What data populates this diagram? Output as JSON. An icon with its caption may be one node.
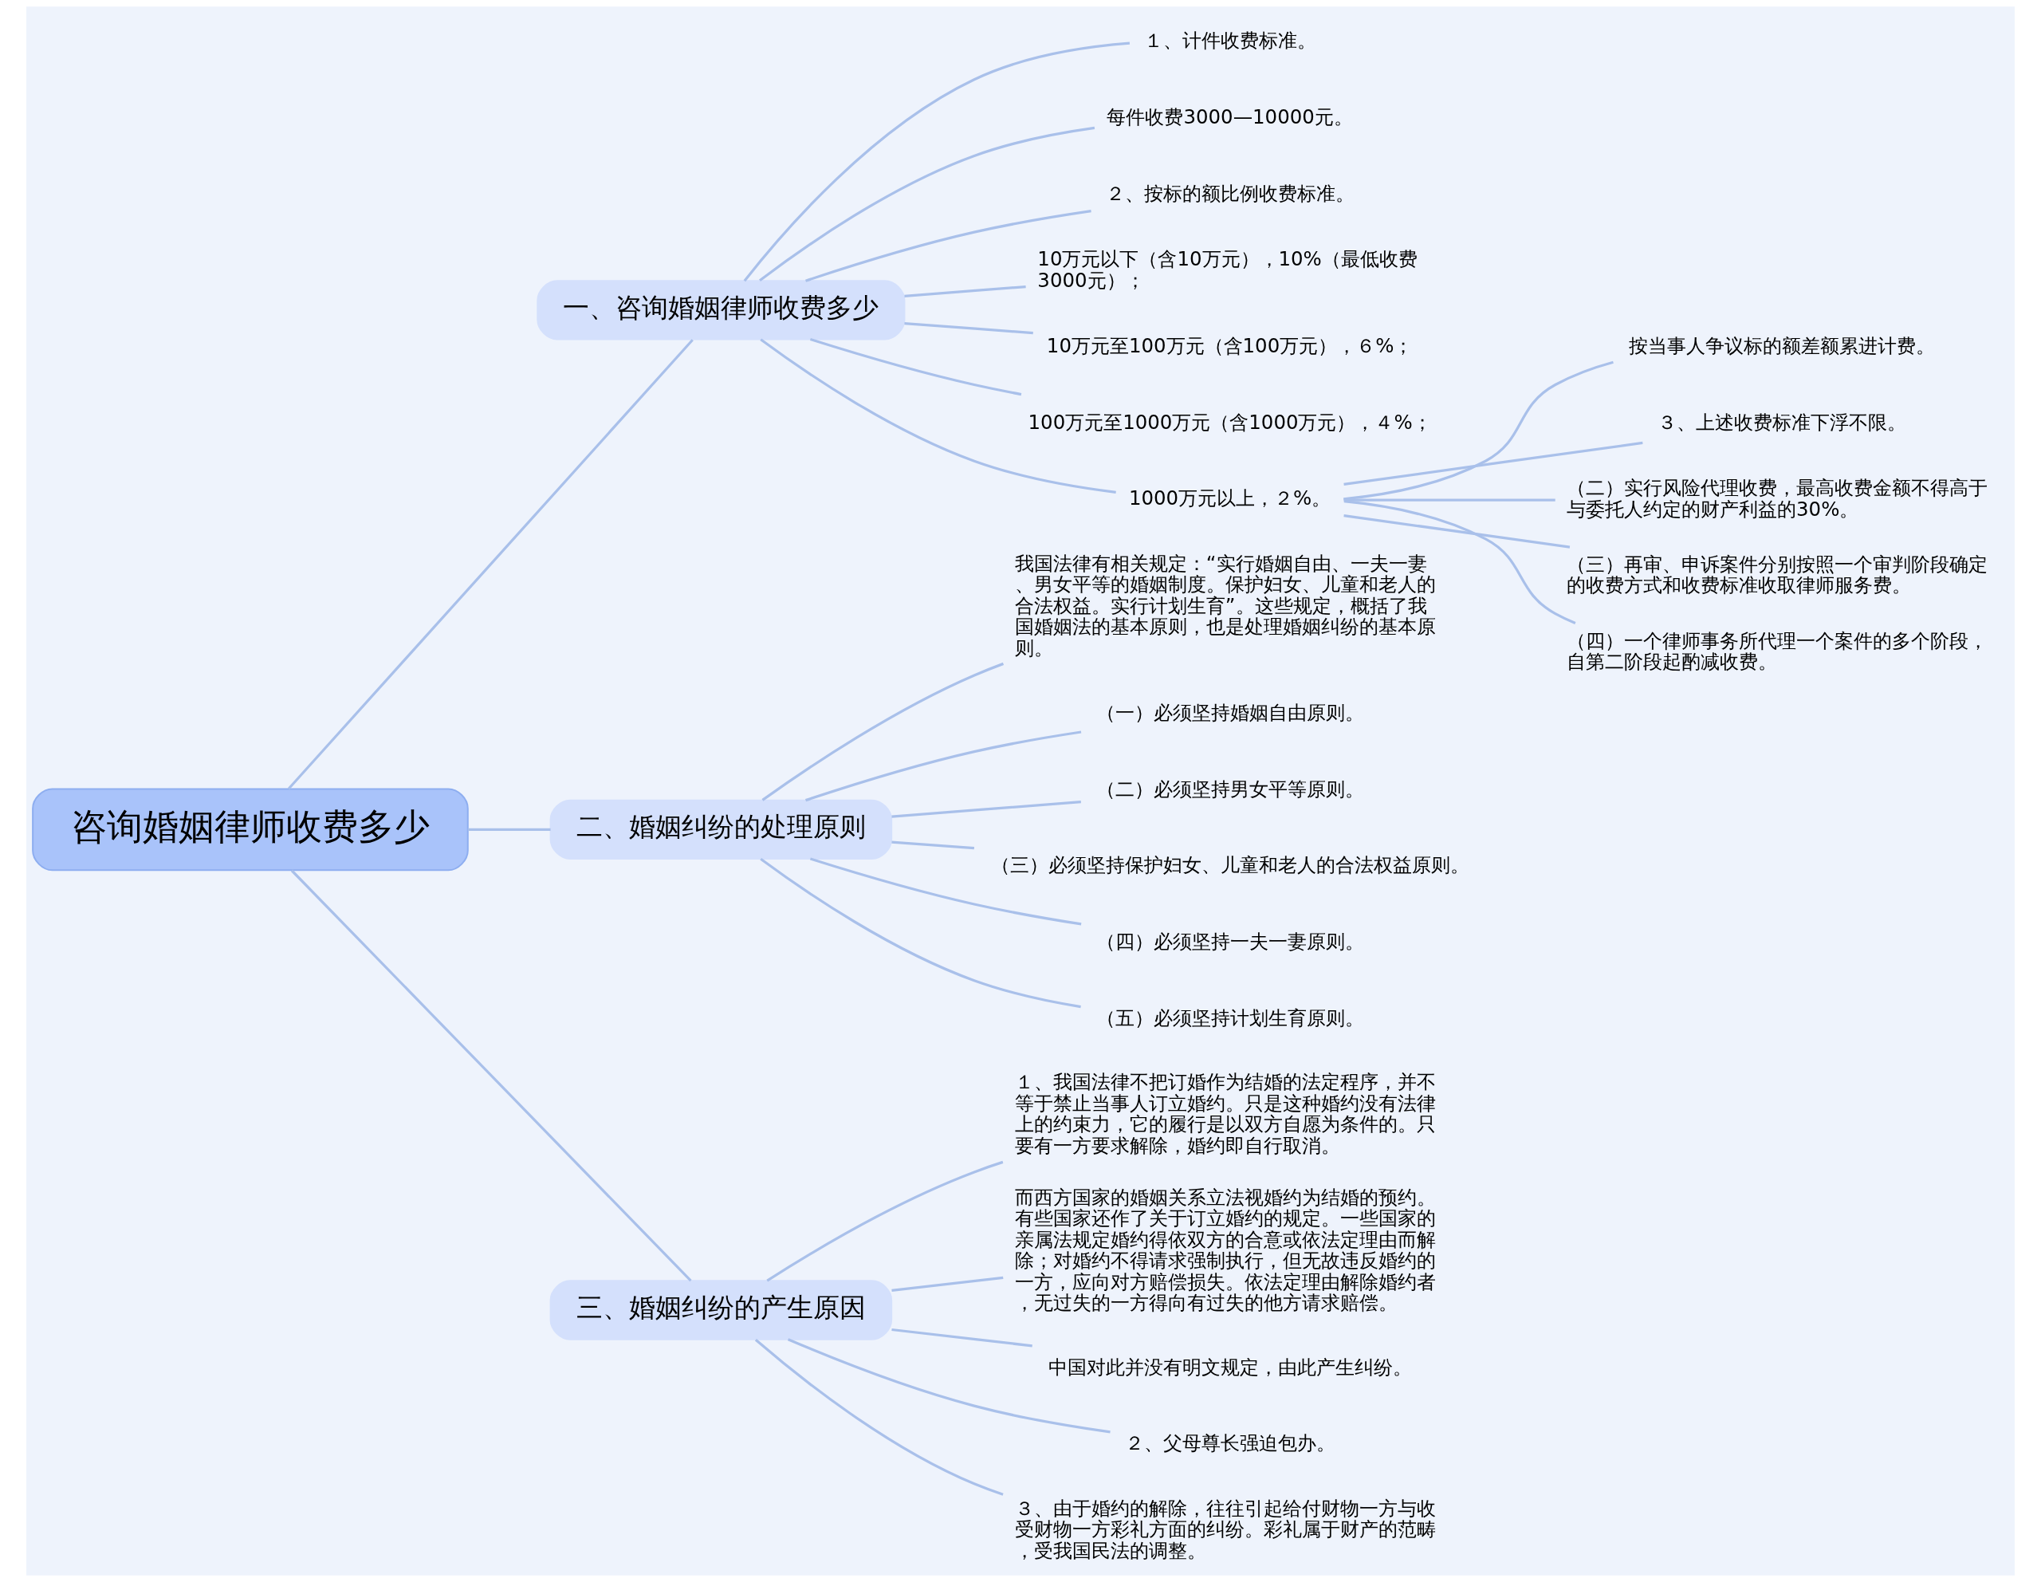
{
  "diagram": {
    "nodes": [
      {
        "text": [
          "咨询婚姻律师收费多少"
        ]
      },
      {
        "text": [
          "一、咨询婚姻律师收费多少"
        ]
      },
      {
        "text": [
          "１、计件收费标准。"
        ]
      },
      {
        "text": [
          "每件收费3000—10000元。"
        ]
      },
      {
        "text": [
          "２、按标的额比例收费标准。"
        ]
      },
      {
        "text": [
          "10万元以下（含10万元），10%（最低收费3000元）；"
        ]
      },
      {
        "text": [
          "10万元至100万元（含100万元），６%；"
        ]
      },
      {
        "text": [
          "100万元至1000万元（含1000万元），４%；"
        ]
      },
      {
        "text": [
          "1000万元以上，２%。"
        ]
      },
      {
        "text": [
          "按当事人争议标的额差额累进计费。"
        ]
      },
      {
        "text": [
          "３、上述收费标准下浮不限。"
        ]
      },
      {
        "text": [
          "（二）实行风险代理收费，最高收费金额不得高于与委托人约定的财产利益的30%。"
        ]
      },
      {
        "text": [
          "（三）再审、申诉案件分别按照一个审判阶段确定的收费方式和收费标准收取律师服务费。"
        ]
      },
      {
        "text": [
          "（四）一个律师事务所代理一个案件的多个阶段，自第二阶段起酌减收费。"
        ]
      },
      {
        "text": [
          "二、婚姻纠纷的处理原则"
        ]
      },
      {
        "text": [
          "我国法律有相关规定：“实行婚姻自由、一夫一妻、男女平等的婚姻制度。保护妇女、儿童和老人的合法权益。实行计划生育”。这些规定，概括了我国婚姻法的基本原则，也是处理婚姻纠纷的基本原则。"
        ]
      },
      {
        "text": [
          "（一）必须坚持婚姻自由原则。"
        ]
      },
      {
        "text": [
          "（二）必须坚持男女平等原则。"
        ]
      },
      {
        "text": [
          "（三）必须坚持保护妇女、儿童和老人的合法权益原则。"
        ]
      },
      {
        "text": [
          "（四）必须坚持一夫一妻原则。"
        ]
      },
      {
        "text": [
          "（五）必须坚持计划生育原则。"
        ]
      },
      {
        "text": [
          "三、婚姻纠纷的产生原因"
        ]
      },
      {
        "text": [
          "１、我国法律不把订婚作为结婚的法定程序，并不等于禁止当事人订立婚约。只是这种婚约没有法律上的约束力，它的履行是以双方自愿为条件的。只要有一方要求解除，婚约即自行取消。"
        ]
      },
      {
        "text": [
          "而西方国家的婚姻关系立法视婚约为结婚的预约。有些国家还作了关于订立婚约的规定。一些国家的亲属法规定婚约得依双方的合意或依法定理由而解除；对婚约不得请求强制执行，但无故违反婚约的一方，应向对方赔偿损失。依法定理由解除婚约者，无过失的一方得向有过失的他方请求赔偿。"
        ]
      },
      {
        "text": [
          "中国对此并没有明文规定，由此产生纠纷。"
        ]
      },
      {
        "text": [
          "２、父母尊长强迫包办。"
        ]
      },
      {
        "text": [
          "３、由于婚约的解除，往往引起给付财物一方与收受财物一方彩礼方面的纠纷。彩礼属于财产的范畴，受我国民法的调整。"
        ]
      }
    ],
    "edges": [
      {
        "from": 0,
        "to": 1,
        "arrow": "none"
      },
      {
        "from": 1,
        "to": 2,
        "arrow": "none"
      },
      {
        "from": 1,
        "to": 3,
        "arrow": "none"
      },
      {
        "from": 1,
        "to": 4,
        "arrow": "none"
      },
      {
        "from": 1,
        "to": 5,
        "arrow": "none"
      },
      {
        "from": 1,
        "to": 6,
        "arrow": "none"
      },
      {
        "from": 1,
        "to": 7,
        "arrow": "none"
      },
      {
        "from": 1,
        "to": 8,
        "arrow": "none"
      },
      {
        "from": 8,
        "to": 9,
        "arrow": "none"
      },
      {
        "from": 8,
        "to": 10,
        "arrow": "none"
      },
      {
        "from": 8,
        "to": 11,
        "arrow": "none"
      },
      {
        "from": 8,
        "to": 12,
        "arrow": "none"
      },
      {
        "from": 8,
        "to": 13,
        "arrow": "none"
      },
      {
        "from": 0,
        "to": 14,
        "arrow": "none"
      },
      {
        "from": 14,
        "to": 15,
        "arrow": "none"
      },
      {
        "from": 14,
        "to": 16,
        "arrow": "none"
      },
      {
        "from": 14,
        "to": 17,
        "arrow": "none"
      },
      {
        "from": 14,
        "to": 18,
        "arrow": "none"
      },
      {
        "from": 14,
        "to": 19,
        "arrow": "none"
      },
      {
        "from": 14,
        "to": 20,
        "arrow": "none"
      },
      {
        "from": 0,
        "to": 21,
        "arrow": "none"
      },
      {
        "from": 21,
        "to": 22,
        "arrow": "none"
      },
      {
        "from": 21,
        "to": 23,
        "arrow": "none"
      },
      {
        "from": 21,
        "to": 24,
        "arrow": "none"
      },
      {
        "from": 21,
        "to": 25,
        "arrow": "none"
      },
      {
        "from": 21,
        "to": 26,
        "arrow": "none"
      }
    ]
  }
}
